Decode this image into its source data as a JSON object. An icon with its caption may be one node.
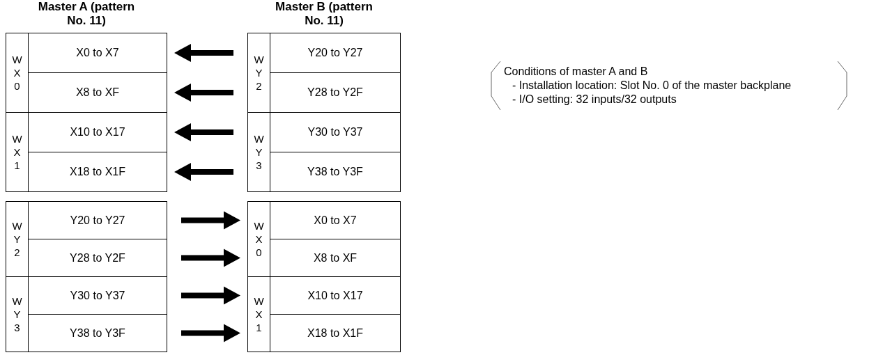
{
  "diagram": {
    "nodes": [
      {
        "text": [
          "W X 0"
        ]
      },
      {
        "text": [
          "X0 to X7"
        ],
        "in": 0
      },
      {
        "text": [
          "X8 to XF"
        ],
        "in": 0
      },
      {
        "text": [
          "W X 1"
        ]
      },
      {
        "text": [
          "X10 to X17"
        ],
        "in": 3
      },
      {
        "text": [
          "X18 to X1F"
        ],
        "in": 3
      },
      {
        "text": [
          "W Y 2"
        ]
      },
      {
        "text": [
          "Y20 to Y27"
        ],
        "in": 6
      },
      {
        "text": [
          "Y28 to Y2F"
        ],
        "in": 6
      },
      {
        "text": [
          "W Y 3"
        ]
      },
      {
        "text": [
          "Y30 to Y37"
        ],
        "in": 9
      },
      {
        "text": [
          "Y38 to Y3F"
        ],
        "in": 9
      },
      {
        "text": [
          "W Y 2"
        ]
      },
      {
        "text": [
          "Y20 to Y27"
        ],
        "in": 12
      },
      {
        "text": [
          "Y28 to Y2F"
        ],
        "in": 12
      },
      {
        "text": [
          "W Y 3"
        ]
      },
      {
        "text": [
          "Y30 to Y37"
        ],
        "in": 15
      },
      {
        "text": [
          "Y38 to Y3F"
        ],
        "in": 15
      },
      {
        "text": [
          "W X 0"
        ]
      },
      {
        "text": [
          "X0 to X7"
        ],
        "in": 18
      },
      {
        "text": [
          "X8 to XF"
        ],
        "in": 18
      },
      {
        "text": [
          "W X 1"
        ]
      },
      {
        "text": [
          "X10 to X17"
        ],
        "in": 21
      },
      {
        "text": [
          "X18 to X1F"
        ],
        "in": 21
      }
    ],
    "edges": [
      {
        "from": 7,
        "to": 1,
        "arrow": "to"
      },
      {
        "from": 8,
        "to": 2,
        "arrow": "to"
      },
      {
        "from": 10,
        "to": 4,
        "arrow": "to"
      },
      {
        "from": 11,
        "to": 5,
        "arrow": "to"
      },
      {
        "from": 13,
        "to": 19,
        "arrow": "to"
      },
      {
        "from": 14,
        "to": 20,
        "arrow": "to"
      },
      {
        "from": 16,
        "to": 22,
        "arrow": "to"
      },
      {
        "from": 17,
        "to": 23,
        "arrow": "to"
      }
    ],
    "labels": [
      "Master A (pattern No. 11)",
      "Master B (pattern No. 11)",
      "Conditions of master A and B",
      "- Installation location: Slot No. 0 of the master backplane",
      "- I/O setting: 32 inputs/32 outputs"
    ]
  }
}
